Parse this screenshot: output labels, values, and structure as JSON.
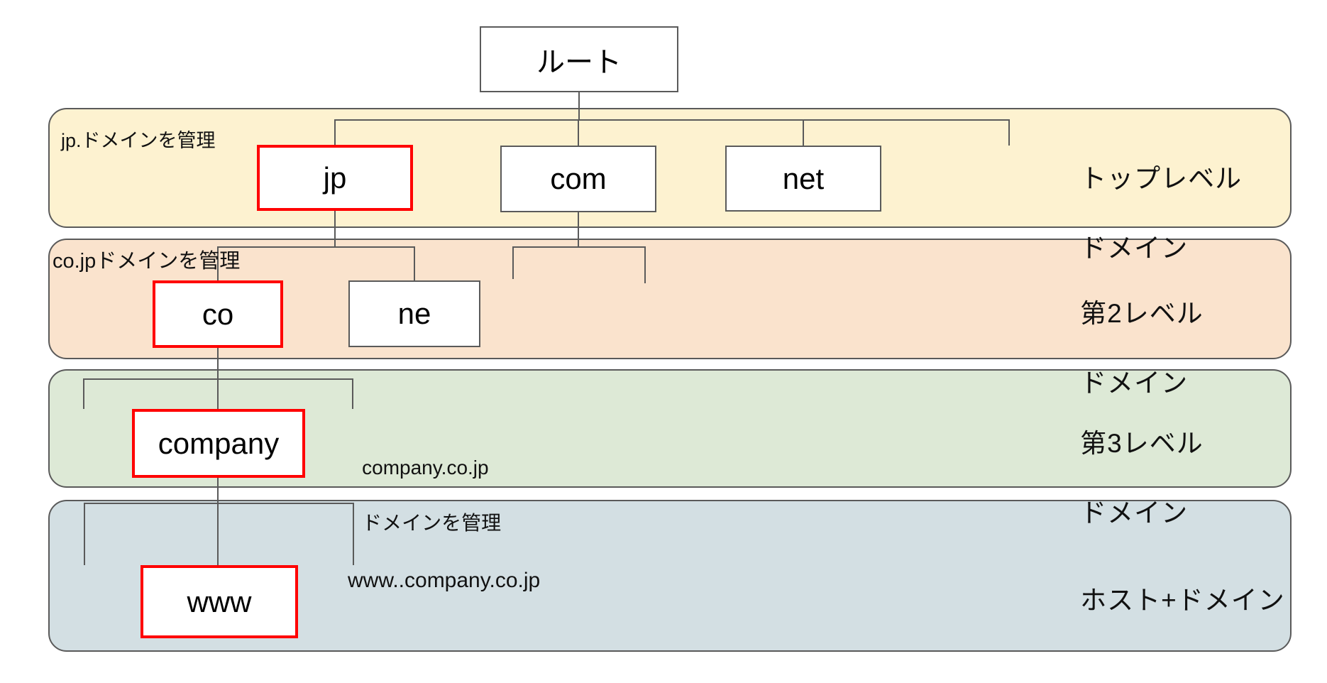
{
  "colors": {
    "band_top_level": "#fdf2d0",
    "band_second_level": "#fae3cd",
    "band_third_level": "#dde9d6",
    "band_host": "#d3dfe3",
    "line_gray": "#5a5a5a",
    "highlight_red": "#ff0000"
  },
  "root_node": {
    "label": "ルート"
  },
  "bands": [
    {
      "id": "top-level-domain",
      "label_line1": "トップレベル",
      "label_line2": "ドメイン",
      "note": "jp.ドメインを管理",
      "nodes": [
        {
          "label": "jp",
          "highlighted": true
        },
        {
          "label": "com",
          "highlighted": false
        },
        {
          "label": "net",
          "highlighted": false
        }
      ]
    },
    {
      "id": "second-level-domain",
      "label_line1": "第2レベル",
      "label_line2": "ドメイン",
      "note": "co.jpドメインを管理",
      "nodes": [
        {
          "label": "co",
          "highlighted": true
        },
        {
          "label": "ne",
          "highlighted": false
        }
      ]
    },
    {
      "id": "third-level-domain",
      "label_line1": "第3レベル",
      "label_line2": "ドメイン",
      "note_line1": "company.co.jp",
      "note_line2": "ドメインを管理",
      "nodes": [
        {
          "label": "company",
          "highlighted": true
        }
      ]
    },
    {
      "id": "host-plus-domain",
      "label_line1": "ホスト+ドメイン",
      "label_line2": "",
      "note": "www..company.co.jp",
      "nodes": [
        {
          "label": "www",
          "highlighted": true
        }
      ]
    }
  ]
}
